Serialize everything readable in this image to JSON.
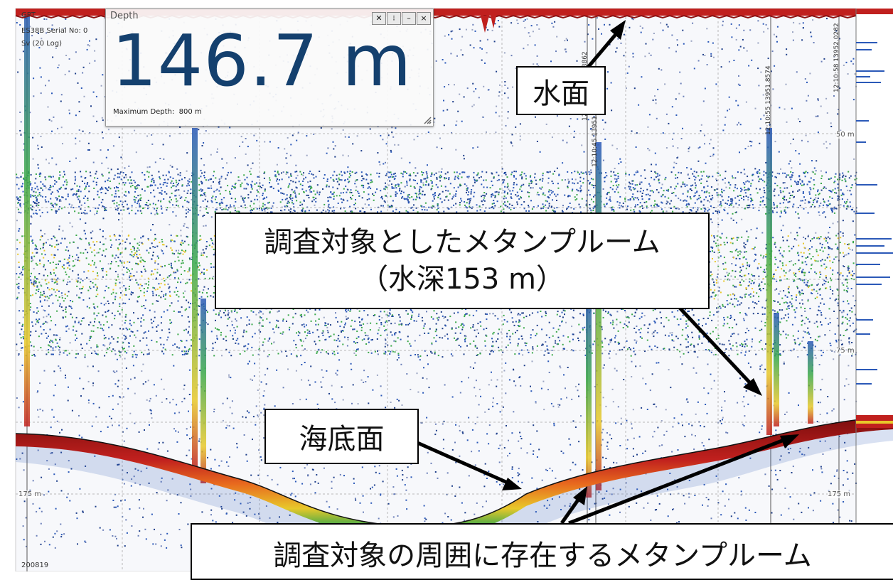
{
  "app": {
    "header_text": "GPT",
    "transducer": "ES38B Serial No: 0",
    "variable": "Sv (20 Log)",
    "date_text": "20‌0819"
  },
  "depth_panel": {
    "title": "Depth",
    "value": "146.7 m",
    "max_label": "Maximum Depth:",
    "max_value": "800 m",
    "buttons": [
      "tools-icon",
      "pin-icon",
      "minimize-icon",
      "close-icon"
    ]
  },
  "depth_ticks": [
    "50 m",
    "75 m",
    "175 m",
    "175 m"
  ],
  "vertical_markers": [
    "12:10:40 13951.3862",
    "12:10:45 13951.3568",
    "12:10:55 13951.8574",
    "12:10:58 13952.0282"
  ],
  "annotations": {
    "surface": "水面",
    "plume_line1": "調査対象としたメタンプルーム",
    "plume_line2": "（水深153 m）",
    "seabed": "海底面",
    "surrounding": "調査対象の周囲に存在するメタンプルーム"
  },
  "colors": {
    "surface": "#c0201e",
    "seabed": "#a01818",
    "echo_blue": "#2b59b8",
    "echo_green": "#3aa84a",
    "echo_yellow": "#e8c82a",
    "depth_value": "#14406e"
  }
}
